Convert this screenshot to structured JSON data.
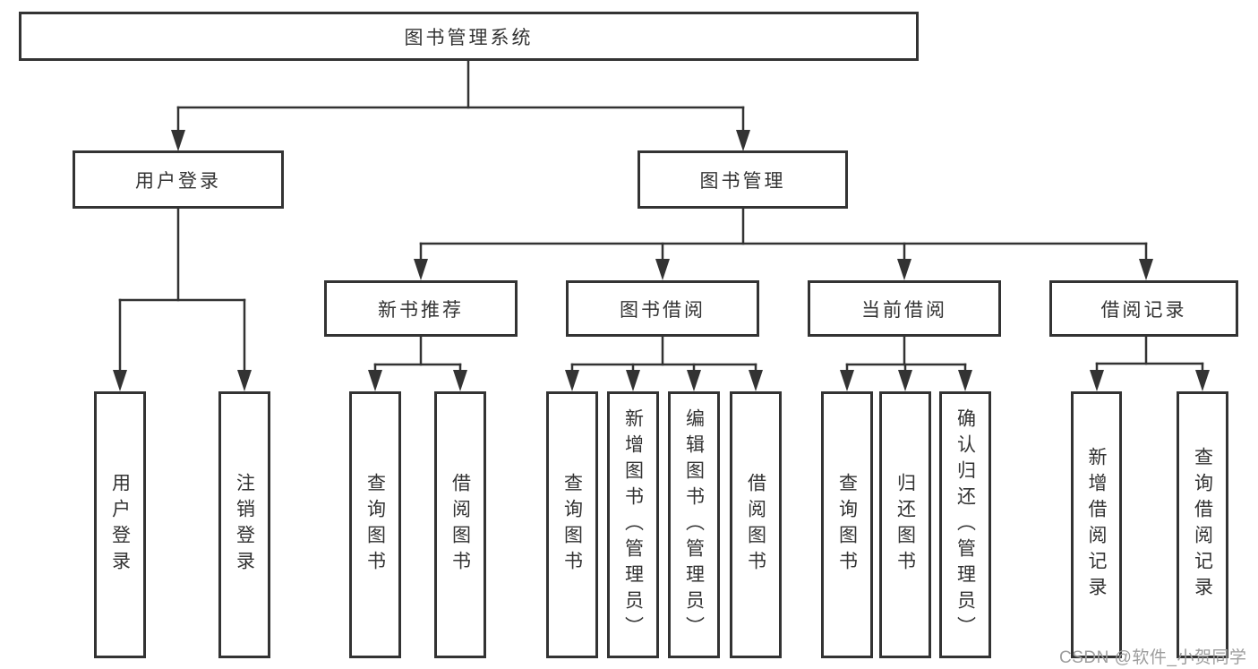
{
  "diagram": {
    "type": "hierarchy-flowchart",
    "tree": {
      "label": "图书管理系统",
      "children": [
        {
          "label": "用户登录",
          "children": [
            {
              "label": "用户登录"
            },
            {
              "label": "注销登录"
            }
          ]
        },
        {
          "label": "图书管理",
          "children": [
            {
              "label": "新书推荐",
              "children": [
                {
                  "label": "查询图书"
                },
                {
                  "label": "借阅图书"
                }
              ]
            },
            {
              "label": "图书借阅",
              "children": [
                {
                  "label": "查询图书"
                },
                {
                  "label": "新增图书（管理员）"
                },
                {
                  "label": "编辑图书（管理员）"
                },
                {
                  "label": "借阅图书"
                }
              ]
            },
            {
              "label": "当前借阅",
              "children": [
                {
                  "label": "查询图书"
                },
                {
                  "label": "归还图书"
                },
                {
                  "label": "确认归还（管理员）"
                }
              ]
            },
            {
              "label": "借阅记录",
              "children": [
                {
                  "label": "新增借阅记录"
                },
                {
                  "label": "查询借阅记录"
                }
              ]
            }
          ]
        }
      ]
    },
    "colors": {
      "line": "#333333",
      "text": "#333333",
      "box_fill": "#ffffff",
      "watermark": "#9d9d9d",
      "background": "#ffffff"
    }
  },
  "watermark": {
    "text": "CSDN @软件_小贺同学"
  }
}
